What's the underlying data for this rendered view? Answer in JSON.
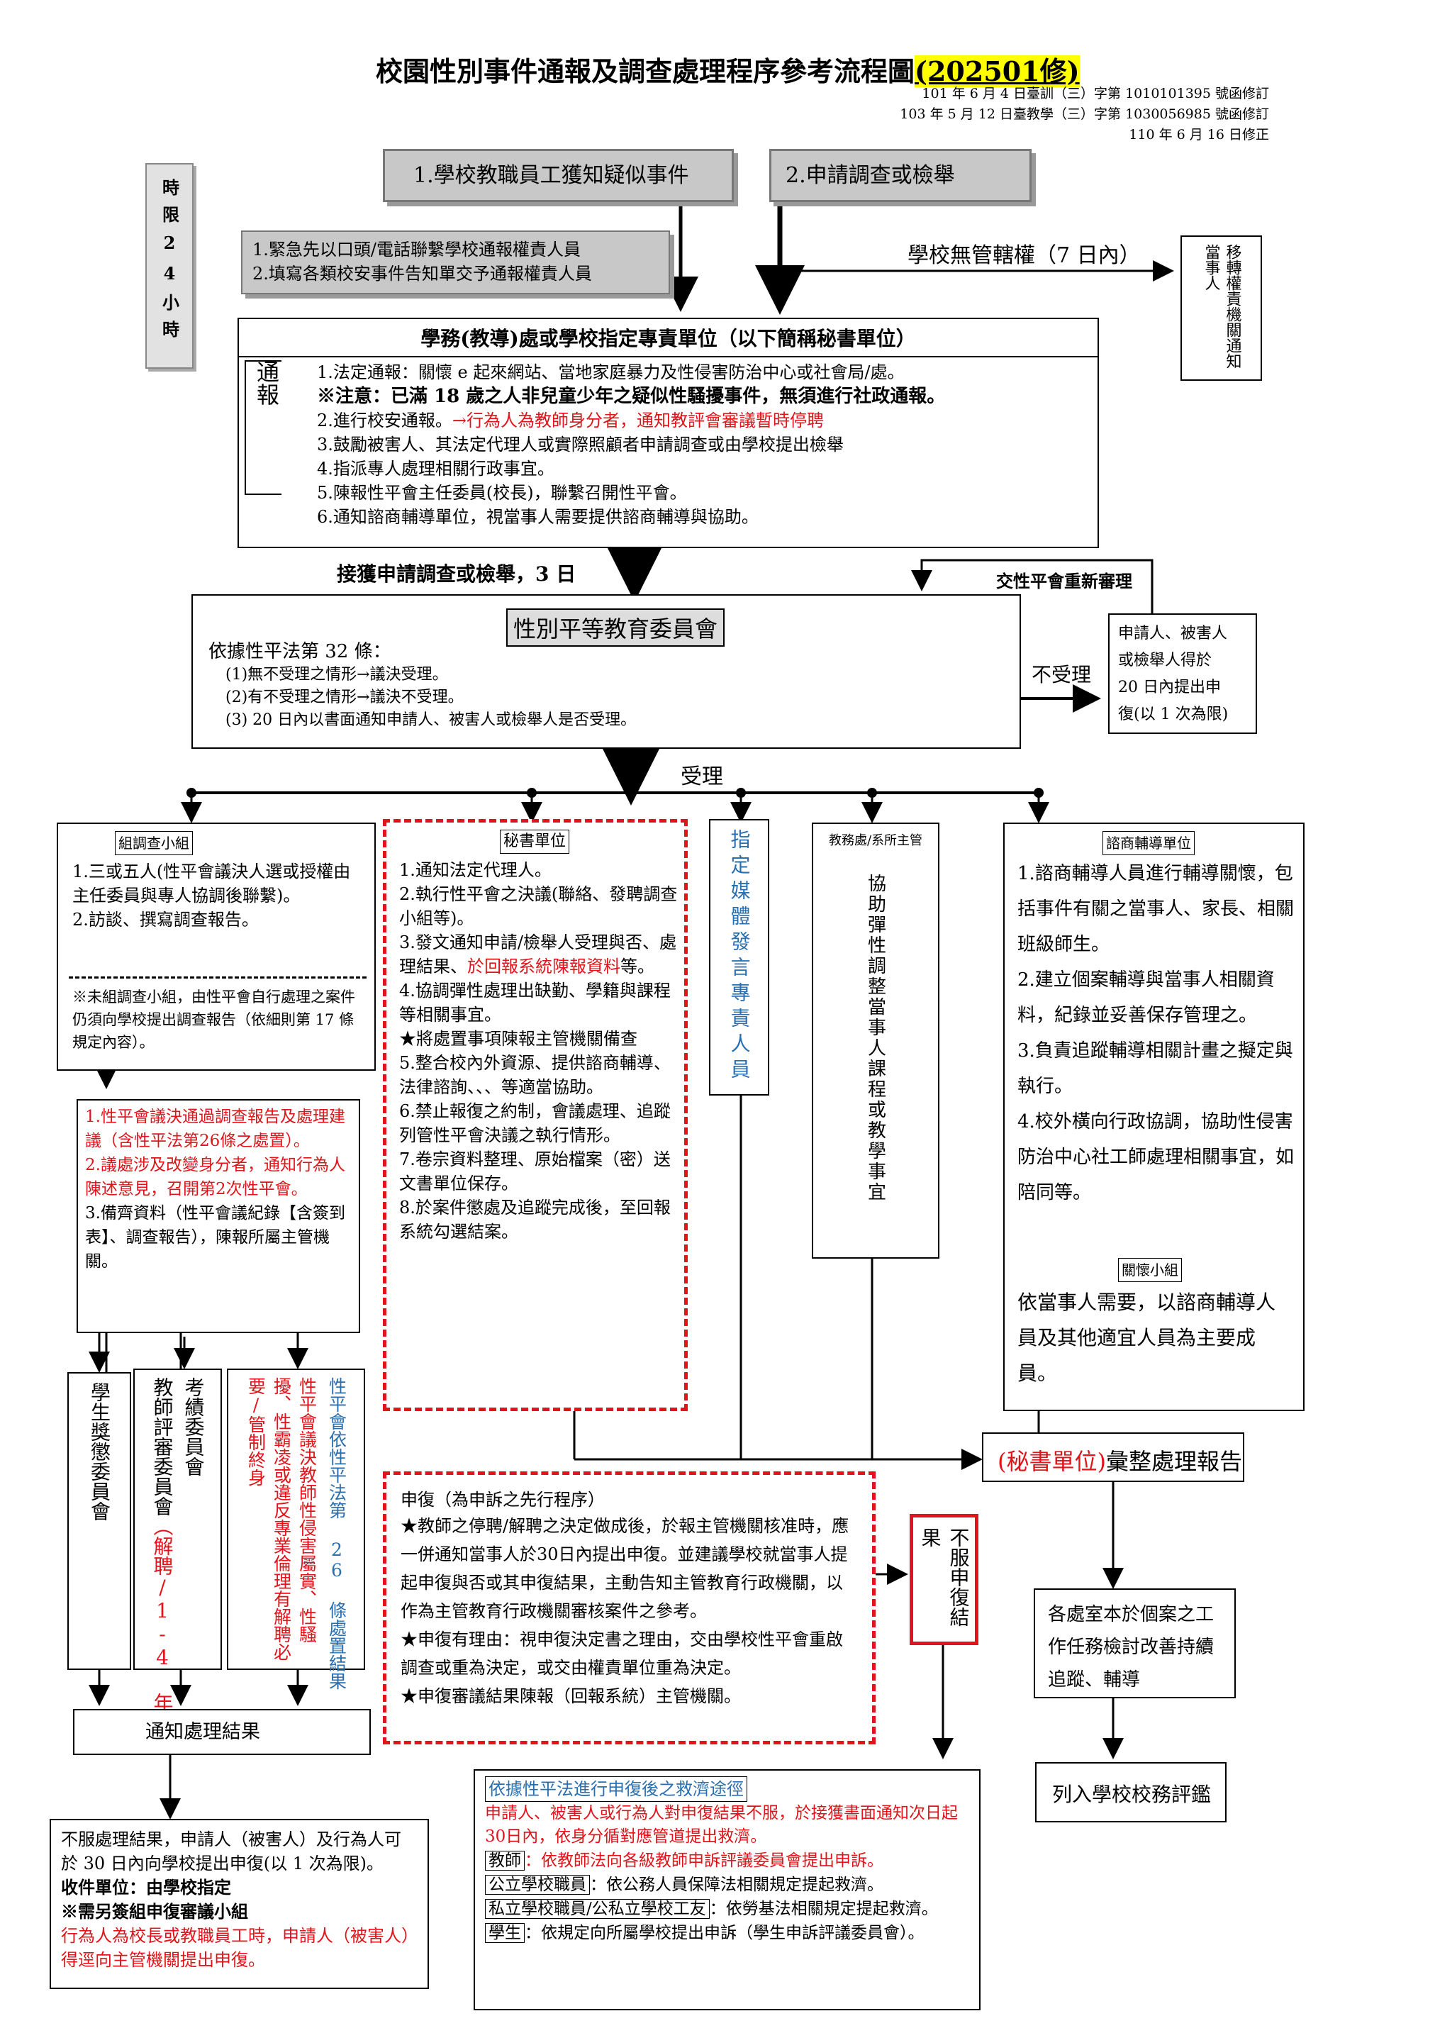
{
  "header": {
    "title": "校園性別事件通報及調查處理程序參考流程圖",
    "title_tag": "(202501修)",
    "refs": [
      "101 年 6 月 4 日臺訓（三）字第 1010101395 號函修訂",
      "103 年 5 月 12 日臺教學（三）字第 1030056985 號函修訂",
      "110 年 6 月 16 日修正"
    ]
  },
  "timelimit": "時限24小時",
  "start1": "1.學校教職員工獲知疑似事件",
  "start2": "2.申請調查或檢舉",
  "urgent": [
    "1.緊急先以口頭/電話聯繫學校通報權責人員",
    "2.填寫各類校安事件告知單交予通報權責人員"
  ],
  "nojur_label": "學校無管轄權（7 日內）",
  "transfer": "移轉權責機關通知當事人",
  "secretariat": {
    "title": "學務(教導)處或學校指定專責單位（以下簡稱秘書單位）",
    "side": "通報",
    "items": [
      "1.法定通報：關懷 e 起來網站、當地家庭暴力及性侵害防治中心或社會局/處。",
      "※注意：已滿 18 歲之人非兒童少年之疑似性騷擾事件，無須進行社政通報。",
      "2.進行校安通報。",
      "→行為人為教師身分者，通知教評會審議暫時停聘",
      "3.鼓勵被害人、其法定代理人或實際照顧者申請調查或由學校提出檢舉",
      "4.指派專人處理相關行政事宜。",
      "5.陳報性平會主任委員(校長)，聯繫召開性平會。",
      "6.通知諮商輔導單位，視當事人需要提供諮商輔導與協助。"
    ]
  },
  "receive_label": "接獲申請調查或檢舉，3 日",
  "review_label": "交性平會重新審理",
  "committee": {
    "title": "性別平等教育委員會",
    "lines": [
      "依據性平法第 32 條：",
      "(1)無不受理之情形→議決受理。",
      "(2)有不受理之情形→議決不受理。",
      "(3) 20 日內以書面通知申請人、被害人或檢舉人是否受理。"
    ]
  },
  "reject_label": "不受理",
  "appeal_box": [
    "申請人、被害人",
    "或檢舉人得於",
    "20 日內提出申",
    "復(以 1 次為限)"
  ],
  "accept_label": "受理",
  "investigation": {
    "title": "組調查小組",
    "lines": [
      "1.三或五人(性平會議決人選或授權由主任委員與專人協調後聯繫)。",
      "2.訪談、撰寫調查報告。"
    ],
    "note": "※未組調查小組，由性平會自行處理之案件仍須向學校提出調查報告（依細則第 17 條規定內容）。"
  },
  "secretary_unit": {
    "title": "秘書單位",
    "items": [
      "1.通知法定代理人。",
      "2.執行性平會之決議(聯絡、發聘調查小組等)。",
      "3.發文通知申請/檢舉人受理與否、處理結果、",
      "於回報系統陳報資料",
      "等。",
      "4.協調彈性處理出缺勤、學籍與課程等相關事宜。",
      "★將處置事項陳報主管機關備查",
      "5.整合校內外資源、提供諮商輔導、法律諮詢、、、等適當協助。",
      "6.禁止報復之約制，會議處理、追蹤列管性平會決議之執行情形。",
      "7.卷宗資料整理、原始檔案（密）送文書單位保存。",
      "8.於案件懲處及追蹤完成後，至回報系統勾選結案。"
    ]
  },
  "media": "指定媒體發言專責人員",
  "academic": {
    "title": "教務處/系所主管",
    "body": "協助彈性調整當事人課程或教學事宜"
  },
  "counseling": {
    "title": "諮商輔導單位",
    "items": [
      "1.諮商輔導人員進行輔導關懷，包括事件有關之當事人、家長、相關班級師生。",
      "2.建立個案輔導與當事人相關資料，紀錄並妥善保存管理之。",
      "3.負責追蹤輔導相關計畫之擬定與執行。",
      "4.校外橫向行政協調，協助性侵害防治中心社工師處理相關事宜，如陪同等。"
    ],
    "care_title": "關懷小組",
    "care": "依當事人需要，以諮商輔導人員及其他適宜人員為主要成員。"
  },
  "decision": {
    "items": [
      "1.性平會議決通過調查報告及處理建議（含性平法第26條之處置）。",
      "2.議處涉及改變身分者，通知行為人陳述意見，召開第2次性平會。",
      "3.備齊資料（性平會議紀錄【含簽到表】、調查報告），陳報所屬主管機關。"
    ]
  },
  "col_student": "學生獎懲委員會",
  "col_teacher_a": "考績委員會",
  "col_teacher_b": "教師評審委員會",
  "col_teacher_c": "（解聘/1-4 年）",
  "col_law_a": "性平會依性平法第 26 條處置結果",
  "col_law_b": "性平會議決教師性侵害屬實、性騷擾、性霸凌或違反專業倫理有解聘必要/管制終身",
  "notify": "通知處理結果",
  "summary": {
    "a": "(秘書單位)",
    "b": "彙整處理報告"
  },
  "reconsider": {
    "lines": [
      "申復（為申訴之先行程序）",
      "★教師之停聘/解聘之決定做成後，於報主管機關核准時，應一併通知當事人於30日內提出申復。並建議學校就當事人提起申復與否或其申復結果，主動告知主管教育行政機關，以作為主管教育行政機關審核案件之參考。",
      "★申復有理由：視申復決定書之理由，交由學校性平會重啟調查或重為決定，或交由權責單位重為決定。",
      "★申復審議結果陳報（回報系統）主管機關。"
    ]
  },
  "dissatisfied": "不服申復結果",
  "review_units": "各處室本於個案之工作任務檢討改善持續追蹤、輔導",
  "eval": "列入學校校務評鑑",
  "remedy": {
    "title": "依據性平法進行申復後之救濟途徑",
    "lead": "申請人、被害人或行為人對申復結果不服，於接獲書面通知次日起30日內，依身分循對應管道提出救濟。",
    "items": [
      [
        "教師",
        "：依教師法向各級教師申訴評議委員會提出申訴。"
      ],
      [
        "公立學校職員",
        "：依公務人員保障法相關規定提起救濟。"
      ],
      [
        "私立學校職員/公私立學校工友",
        "：依勞基法相關規定提起救濟。"
      ],
      [
        "學生",
        "：依規定向所屬學校提出申訴（學生申訴評議委員會）。"
      ]
    ]
  },
  "bottom_left": {
    "l1": "不服處理結果，申請人（被害人）及行為人可於 30 日內向學校提出申復(以 1 次為限)。",
    "l2": "收件單位：由學校指定",
    "l3": "※需另簽組申復審議小組",
    "l4": "行為人為校長或教職員工時，申請人（被害人）得逕向主管機關提出申復。"
  }
}
